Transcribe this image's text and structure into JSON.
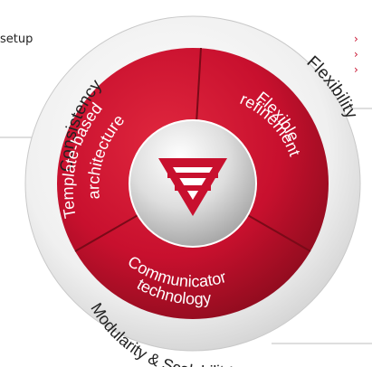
{
  "side_text": "setup",
  "outer_ring": {
    "consistency": "Consistency",
    "flexibility": "Flexibility",
    "modularity": "Modularity & Scalability"
  },
  "segments": {
    "template_line1": "Template-based",
    "template_line2": "architecture",
    "flexible_line1": "Flexible",
    "flexible_line2": "refinement",
    "communicator_line1": "Communicator",
    "communicator_line2": "technology"
  },
  "bullets": [
    "›",
    "›",
    "›"
  ],
  "colors": {
    "red_dark": "#9e0f22",
    "red": "#c8102e",
    "ring_light": "#f2f2f2",
    "ring_mid": "#d6d6d6"
  }
}
